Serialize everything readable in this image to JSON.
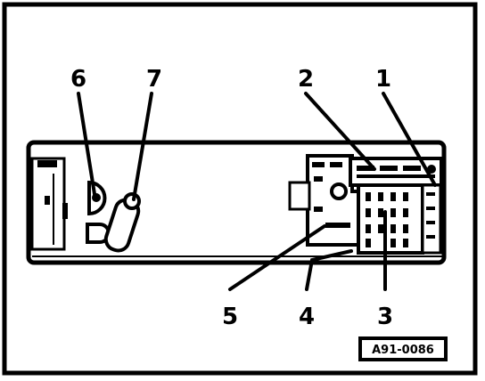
{
  "callouts": [
    {
      "number": "1"
    },
    {
      "number": "2"
    },
    {
      "number": "3"
    },
    {
      "number": "4"
    },
    {
      "number": "5"
    },
    {
      "number": "6"
    },
    {
      "number": "7"
    }
  ],
  "figure_ref": "A91-0086",
  "colors": {
    "ink": "#000000",
    "paper": "#ffffff"
  }
}
